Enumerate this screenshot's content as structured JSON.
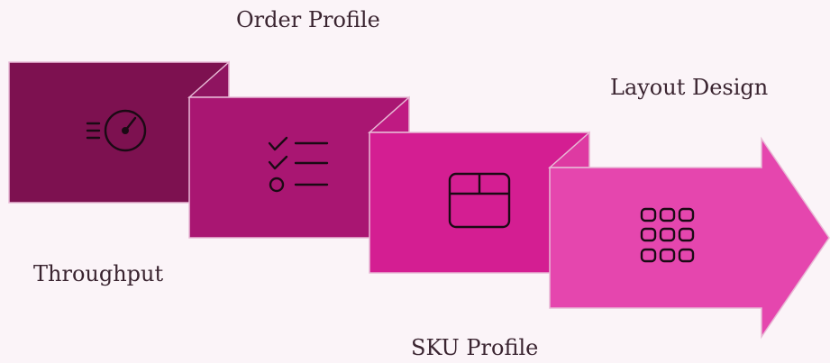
{
  "steps": [
    {
      "label": "Throughput",
      "icon": "speedometer-icon",
      "color": "#7d1150"
    },
    {
      "label": "Order Profile",
      "icon": "checklist-icon",
      "color": "#a91672"
    },
    {
      "label": "SKU Profile",
      "icon": "box-icon",
      "color": "#d41e92"
    },
    {
      "label": "Layout Design",
      "icon": "grid-icon",
      "color": "#e546ae"
    }
  ],
  "colors": {
    "background": "#fbf4f8",
    "fold_stroke": "#f3d4e6",
    "icon_stroke": "#1a0a14",
    "label_text": "#3a2430"
  }
}
